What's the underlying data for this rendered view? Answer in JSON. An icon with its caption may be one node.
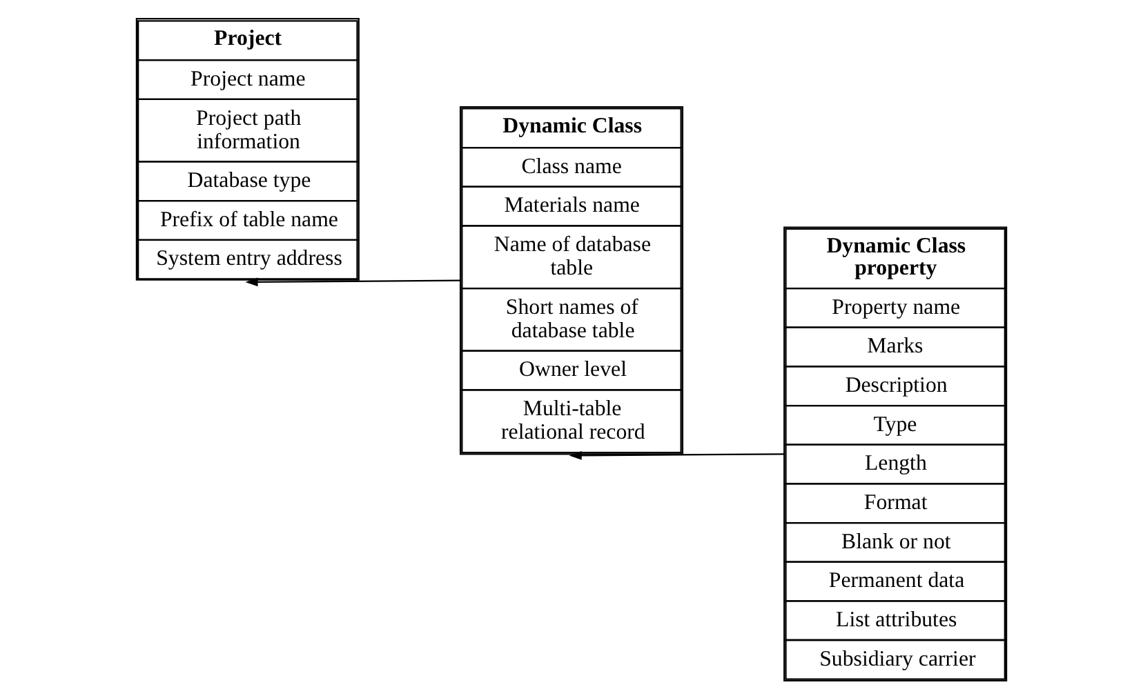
{
  "diagram": {
    "nodes": [
      {
        "text": [
          "Project",
          "Project name",
          "Project path information",
          "Database type",
          "Prefix of table name",
          "System entry address"
        ]
      },
      {
        "text": [
          "Dynamic Class",
          "Class name",
          "Materials name",
          "Name of database table",
          "Short names of database table",
          "Owner level",
          "Multi-table relational record"
        ]
      },
      {
        "text": [
          "Dynamic Class property",
          "Property name",
          "Marks",
          "Description",
          "Type",
          "Length",
          "Format",
          "Blank or not",
          "Permanent data",
          "List attributes",
          "Subsidiary carrier"
        ]
      }
    ],
    "edges": [
      {
        "from": 1,
        "to": 0,
        "arrow": "to"
      },
      {
        "from": 2,
        "to": 1,
        "arrow": "to"
      }
    ]
  }
}
